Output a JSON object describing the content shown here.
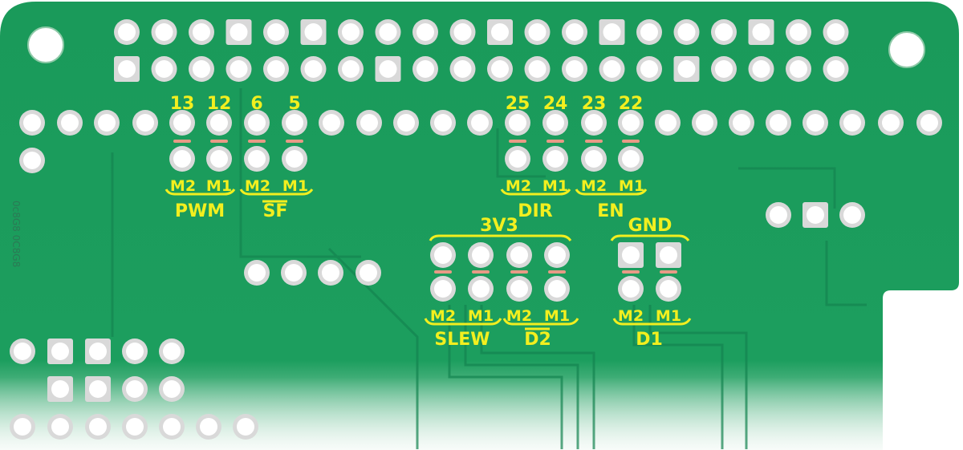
{
  "board": {
    "colors": {
      "pcb": "#1b9b5b",
      "pcb_dark": "#127847",
      "label": "#f2ef1f",
      "pad_fill": "#ffffff",
      "pad_ring": "#d9d9d9",
      "marker": "#e89a86",
      "background": "#ffffff"
    },
    "pins_top": [
      "13",
      "12",
      "6",
      "5"
    ],
    "pins_right": [
      "25",
      "24",
      "23",
      "22"
    ],
    "group_pwm": {
      "m2": "M2",
      "m1": "M1",
      "name": "PWM"
    },
    "group_sf": {
      "m2": "M2",
      "m1": "M1",
      "name": "SF"
    },
    "group_dir": {
      "m2": "M2",
      "m1": "M1",
      "name": "DIR"
    },
    "group_en": {
      "m2": "M2",
      "m1": "M1",
      "name": "EN"
    },
    "group_slew": {
      "m2": "M2",
      "m1": "M1",
      "name": "SLEW"
    },
    "group_d2": {
      "m2": "M2",
      "m1": "M1",
      "name": "D2"
    },
    "group_d1": {
      "m2": "M2",
      "m1": "M1",
      "name": "D1"
    },
    "rail_3v3": "3V3",
    "rail_gnd": "GND",
    "silk_text": "0c8G8 0C8G8"
  }
}
